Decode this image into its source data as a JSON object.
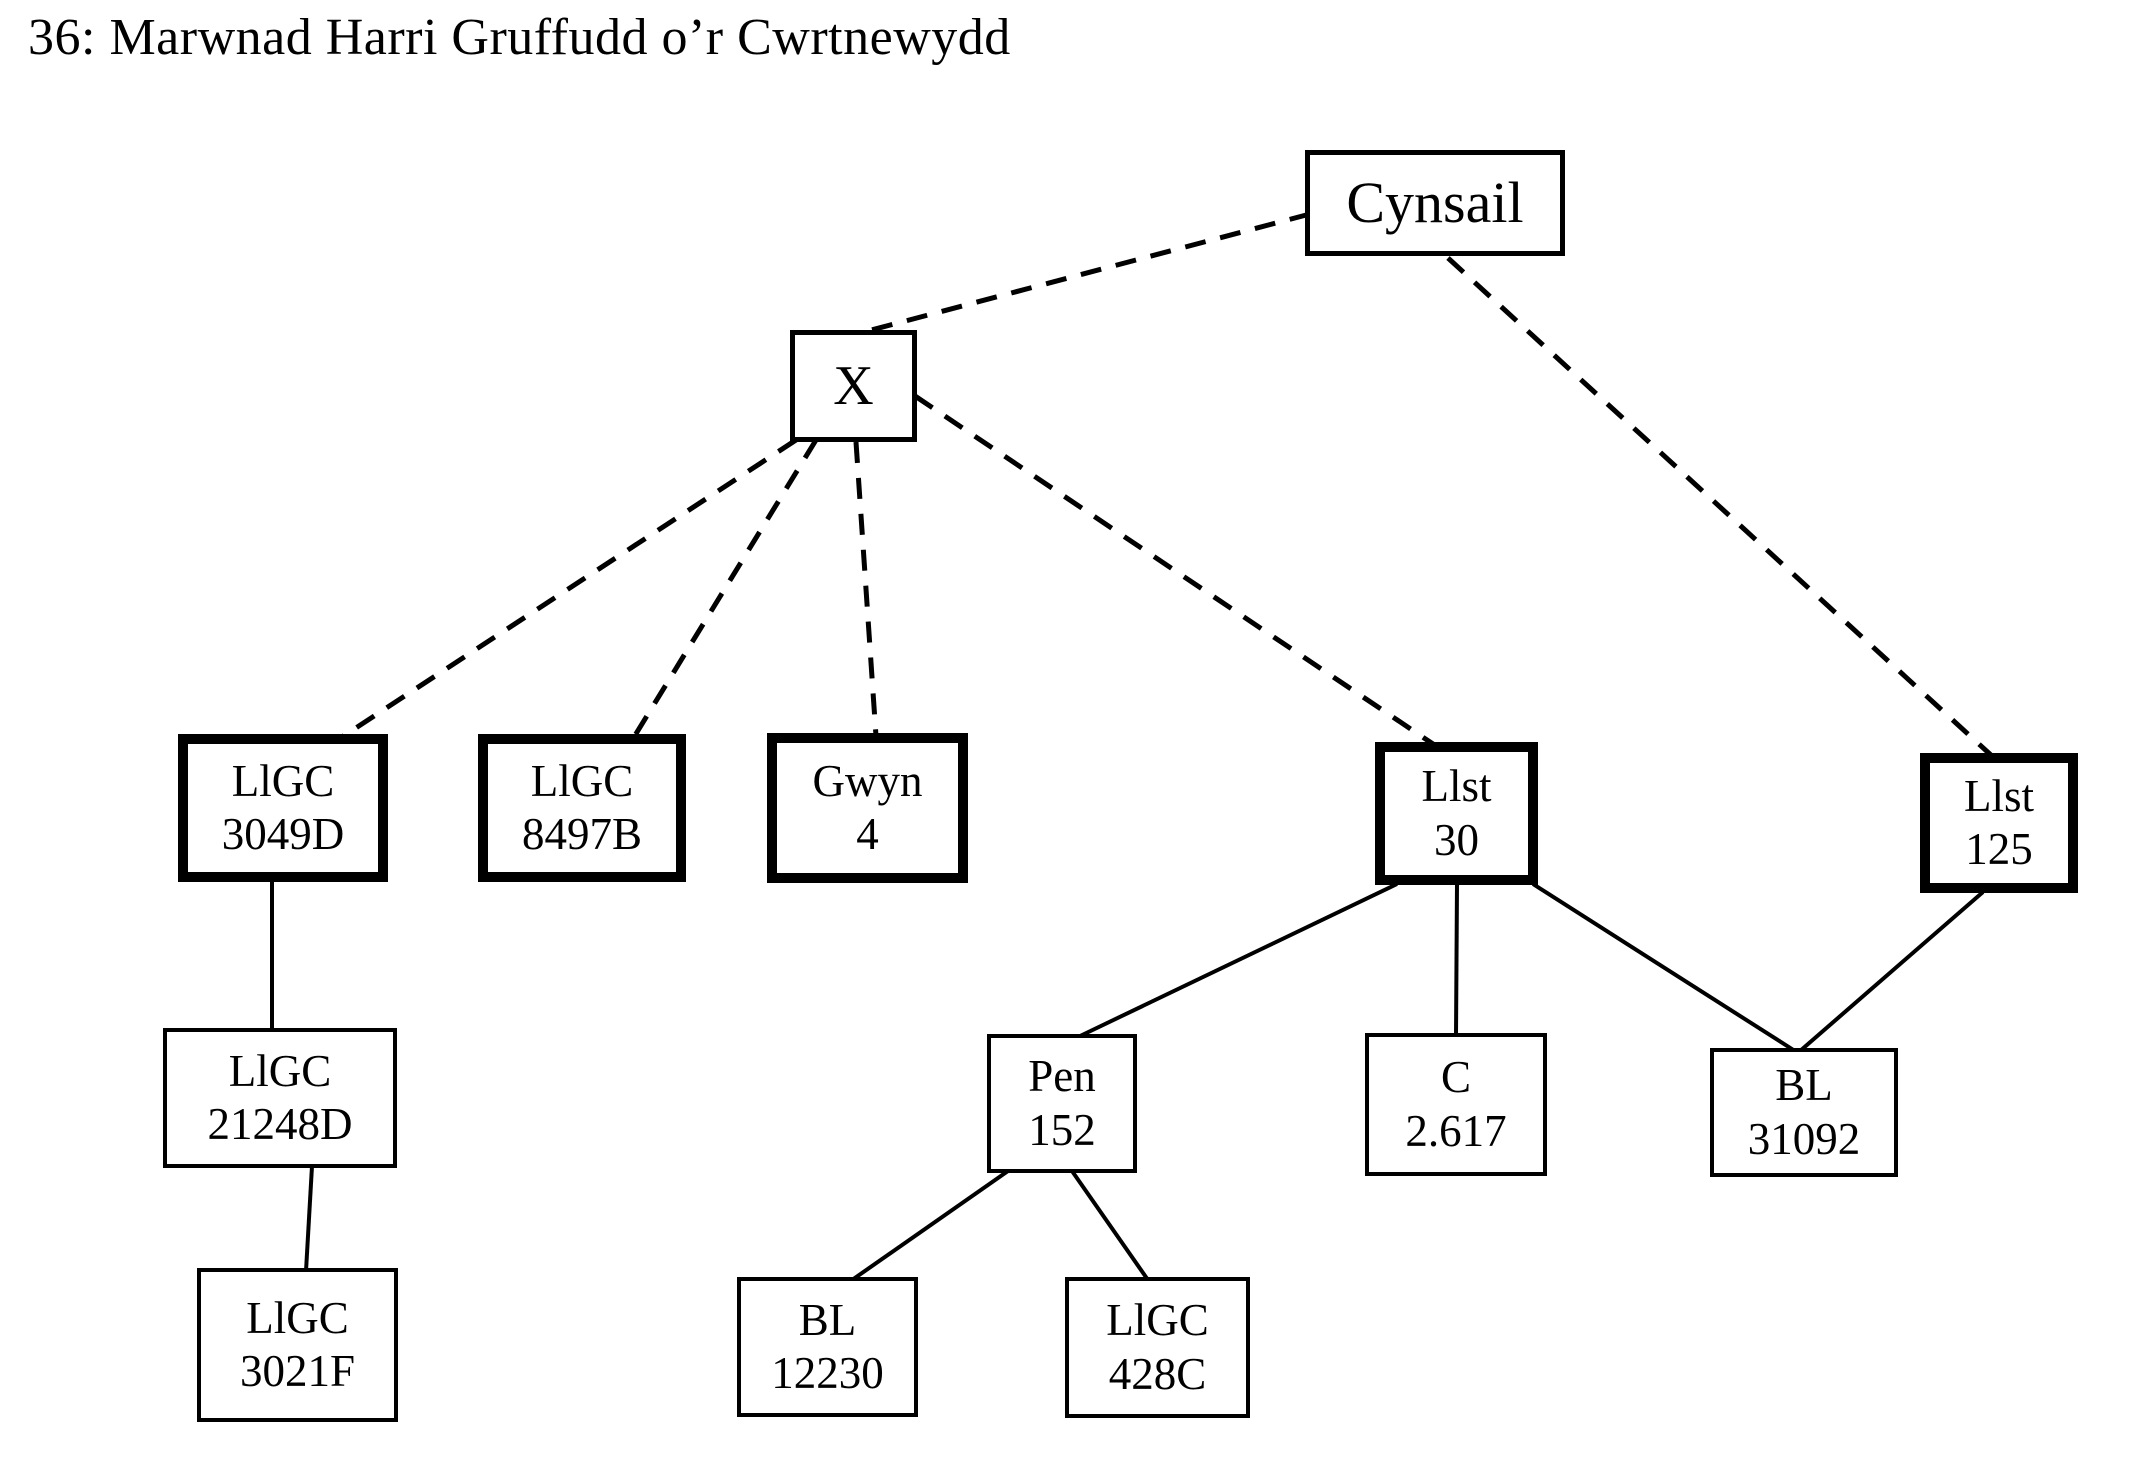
{
  "title": "36: Marwnad Harri Gruffudd o’r Cwrtnewydd",
  "colors": {
    "ink": "#000000",
    "background": "#ffffff"
  },
  "nodes": {
    "cynsail": {
      "label": "Cynsail"
    },
    "x": {
      "label": "X"
    },
    "ligc_3049d": {
      "line1": "LlGC",
      "line2": "3049D"
    },
    "ligc_8497b": {
      "line1": "LlGC",
      "line2": "8497B"
    },
    "gwyn_4": {
      "line1": "Gwyn",
      "line2": "4"
    },
    "llst_30": {
      "line1": "Llst",
      "line2": "30"
    },
    "llst_125": {
      "line1": "Llst",
      "line2": "125"
    },
    "ligc_21248d": {
      "line1": "LlGC",
      "line2": "21248D"
    },
    "ligc_3021f": {
      "line1": "LlGC",
      "line2": "3021F"
    },
    "pen_152": {
      "line1": "Pen",
      "line2": "152"
    },
    "c_2617": {
      "line1": "C",
      "line2": "2.617"
    },
    "bl_31092": {
      "line1": "BL",
      "line2": "31092"
    },
    "bl_12230": {
      "line1": "BL",
      "line2": "12230"
    },
    "ligc_428c": {
      "line1": "LlGC",
      "line2": "428C"
    }
  },
  "edges": [
    {
      "from": "Cynsail",
      "to": "X",
      "style": "dashed"
    },
    {
      "from": "Cynsail",
      "to": "Llst 125",
      "style": "dashed"
    },
    {
      "from": "X",
      "to": "LlGC 3049D",
      "style": "dashed"
    },
    {
      "from": "X",
      "to": "LlGC 8497B",
      "style": "dashed"
    },
    {
      "from": "X",
      "to": "Gwyn 4",
      "style": "dashed"
    },
    {
      "from": "X",
      "to": "Llst 30",
      "style": "dashed"
    },
    {
      "from": "LlGC 3049D",
      "to": "LlGC 21248D",
      "style": "solid"
    },
    {
      "from": "LlGC 21248D",
      "to": "LlGC 3021F",
      "style": "solid"
    },
    {
      "from": "Llst 30",
      "to": "Pen 152",
      "style": "solid"
    },
    {
      "from": "Llst 30",
      "to": "C 2.617",
      "style": "solid"
    },
    {
      "from": "Llst 30",
      "to": "BL 31092",
      "style": "solid"
    },
    {
      "from": "Llst 125",
      "to": "BL 31092",
      "style": "solid"
    },
    {
      "from": "Pen 152",
      "to": "BL 12230",
      "style": "solid"
    },
    {
      "from": "Pen 152",
      "to": "LlGC 428C",
      "style": "solid"
    }
  ]
}
